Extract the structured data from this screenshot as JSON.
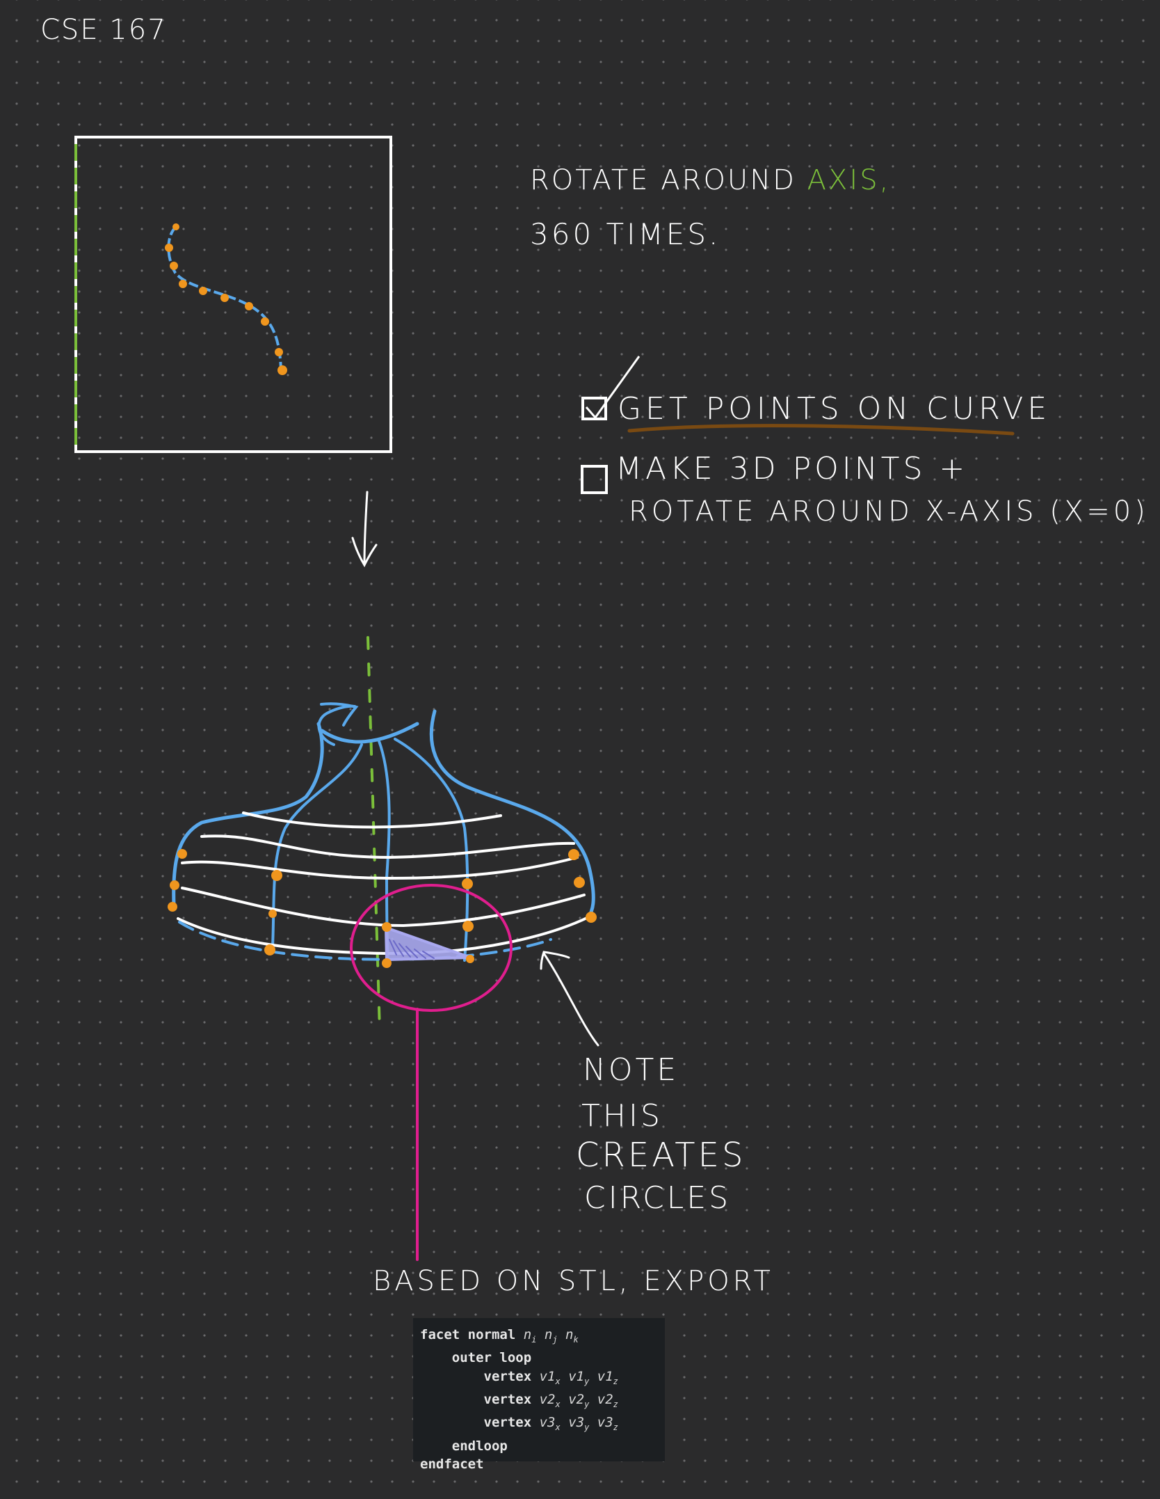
{
  "header": {
    "course": "CSE 167"
  },
  "instruction": {
    "line1_prefix": "ROTATE AROUND",
    "line1_axis": "AXIS,",
    "line2": "360 TIMES."
  },
  "todo": {
    "item1": {
      "text": "GET POINTS ON CURVE",
      "checked": true
    },
    "item2": {
      "line1": "MAKE 3D POINTS +",
      "line2": "ROTATE AROUND X-AXIS (X=0)",
      "checked": false
    }
  },
  "note": {
    "lines": [
      "NOTE",
      "THIS",
      "CREATES",
      "CIRCLES"
    ]
  },
  "export": {
    "caption": "BASED ON STL, EXPORT"
  },
  "code": {
    "facet_kw": "facet normal",
    "normal_vars": [
      "n",
      "i",
      "n",
      "j",
      "n",
      "k"
    ],
    "outer_loop": "outer loop",
    "vertex_kw": "vertex",
    "vertices": [
      [
        "v1",
        "x",
        "v1",
        "y",
        "v1",
        "z"
      ],
      [
        "v2",
        "x",
        "v2",
        "y",
        "v2",
        "z"
      ],
      [
        "v3",
        "x",
        "v3",
        "y",
        "v3",
        "z"
      ]
    ],
    "endloop": "endloop",
    "endfacet": "endfacet"
  },
  "colors": {
    "background": "#2b2b2c",
    "ink": "#ffffff",
    "curve": "#5aa9ec",
    "points": "#f0961e",
    "axis": "#7bbf3a",
    "highlight": "#e01e8e",
    "underline": "#7a4a12",
    "triangle_fill": "#a9a8ef"
  }
}
